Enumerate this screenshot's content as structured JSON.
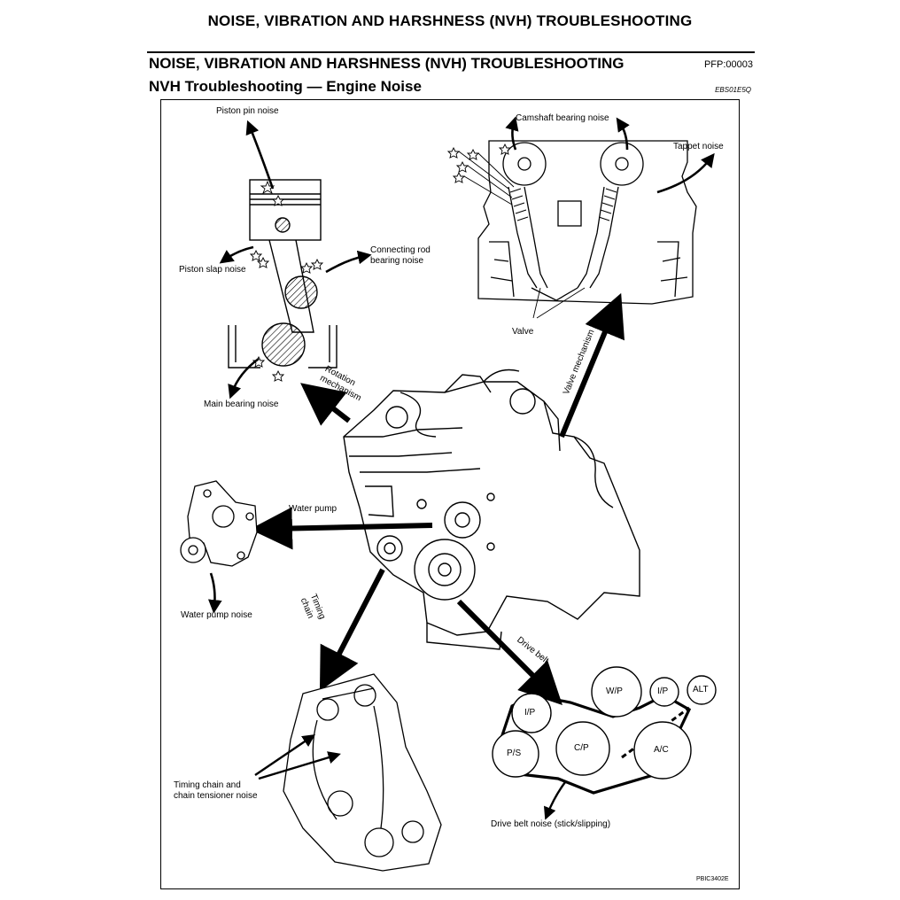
{
  "header": {
    "running_title": "NOISE, VIBRATION AND HARSHNESS (NVH) TROUBLESHOOTING",
    "section_title": "NOISE, VIBRATION AND HARSHNESS (NVH) TROUBLESHOOTING",
    "pfp_code": "PFP:00003",
    "subsection_title": "NVH Troubleshooting — Engine Noise",
    "section_code": "EBS01E5Q"
  },
  "figure": {
    "labels": {
      "piston_pin_noise": "Piston pin noise",
      "piston_slap_noise": "Piston slap noise",
      "connecting_rod_bearing_noise": "Connecting rod\nbearing noise",
      "main_bearing_noise": "Main bearing noise",
      "rotation_mechanism": "Rotation\nmechanism",
      "camshaft_bearing_noise": "Camshaft bearing noise",
      "tappet_noise": "Tappet noise",
      "valve": "Valve",
      "valve_mechanism": "Valve mechanism",
      "water_pump": "Water pump",
      "water_pump_noise": "Water pump noise",
      "timing_chain": "Timing\nchain",
      "timing_chain_tensioner_noise": "Timing chain and\nchain tensioner noise",
      "drive_belt": "Drive belt",
      "drive_belt_noise": "Drive belt noise (stick/slipping)",
      "figure_code": "PBIC3402E"
    },
    "pulleys": {
      "wp": "W/P",
      "ip_top": "I/P",
      "alt": "ALT",
      "ip_left": "I/P",
      "ps": "P/S",
      "cp": "C/P",
      "ac": "A/C"
    }
  }
}
